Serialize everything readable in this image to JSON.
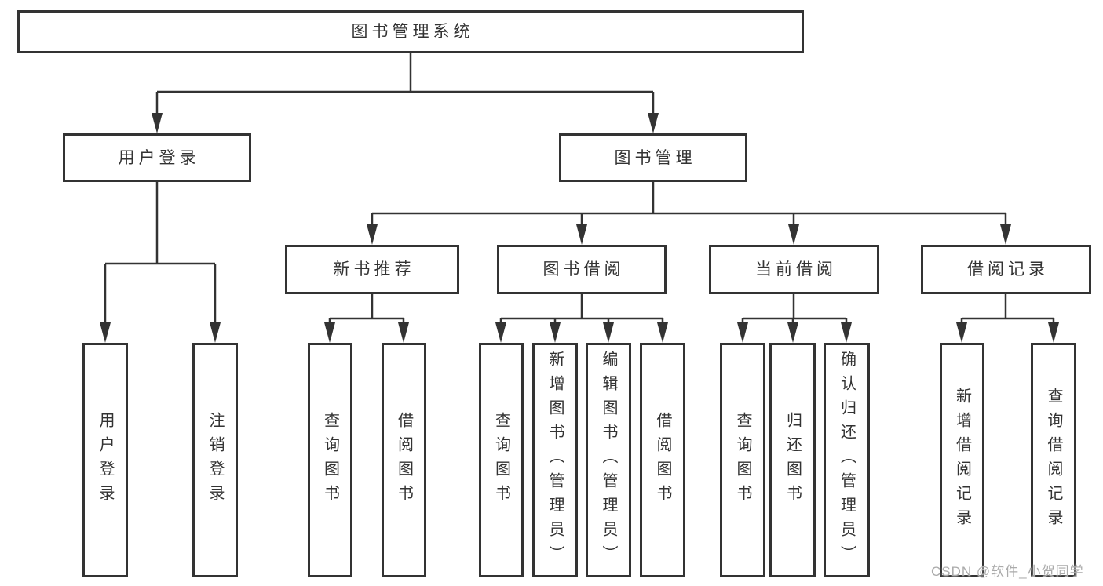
{
  "diagram": {
    "root": {
      "label": "图书管理系统"
    },
    "level2": [
      {
        "id": "user-login",
        "label": "用户登录"
      },
      {
        "id": "book-management",
        "label": "图书管理"
      }
    ],
    "level3": [
      {
        "id": "new-book-recommend",
        "label": "新书推荐",
        "parent": "book-management"
      },
      {
        "id": "book-borrow",
        "label": "图书借阅",
        "parent": "book-management"
      },
      {
        "id": "current-borrow",
        "label": "当前借阅",
        "parent": "book-management"
      },
      {
        "id": "borrow-record",
        "label": "借阅记录",
        "parent": "book-management"
      }
    ],
    "leaves": [
      {
        "id": "leaf-user-login",
        "label": "用户登录",
        "parent": "user-login"
      },
      {
        "id": "leaf-logout",
        "label": "注销登录",
        "parent": "user-login"
      },
      {
        "id": "leaf-query-book-1",
        "label": "查询图书",
        "parent": "new-book-recommend"
      },
      {
        "id": "leaf-borrow-book-1",
        "label": "借阅图书",
        "parent": "new-book-recommend"
      },
      {
        "id": "leaf-query-book-2",
        "label": "查询图书",
        "parent": "book-borrow"
      },
      {
        "id": "leaf-add-book",
        "label": "新增图书（管理员）",
        "parent": "book-borrow"
      },
      {
        "id": "leaf-edit-book",
        "label": "编辑图书（管理员）",
        "parent": "book-borrow"
      },
      {
        "id": "leaf-borrow-book-2",
        "label": "借阅图书",
        "parent": "book-borrow"
      },
      {
        "id": "leaf-query-book-3",
        "label": "查询图书",
        "parent": "current-borrow"
      },
      {
        "id": "leaf-return-book",
        "label": "归还图书",
        "parent": "current-borrow"
      },
      {
        "id": "leaf-confirm-return",
        "label": "确认归还（管理员）",
        "parent": "current-borrow"
      },
      {
        "id": "leaf-add-borrow-record",
        "label": "新增借阅记录",
        "parent": "borrow-record"
      },
      {
        "id": "leaf-query-borrow-record",
        "label": "查询借阅记录",
        "parent": "borrow-record"
      }
    ],
    "colors": {
      "line": "#333333",
      "box_border": "#333333",
      "text": "#333333",
      "background": "#ffffff",
      "watermark": "#ababab"
    }
  },
  "watermark": {
    "text": "CSDN @软件_小贺同学"
  }
}
